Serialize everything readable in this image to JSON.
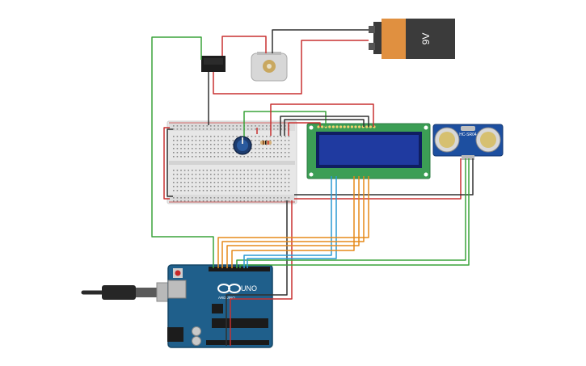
{
  "canvas": {
    "background": "#ffffff"
  },
  "colors": {
    "wire_red": "#d42a2a",
    "wire_black": "#303030",
    "wire_green": "#3aa33a",
    "wire_orange": "#e58a1a",
    "wire_blue": "#2a9ad4",
    "arduino": "#1f5f8b",
    "lcd_pcb": "#3c9e55",
    "lcd_screen": "#1f3aa0",
    "sensor": "#1d4fa0",
    "battery_body": "#e09040",
    "battery_cap": "#3a3a3a"
  },
  "components": {
    "battery": {
      "label": "9V"
    },
    "relay": {
      "name": "relay",
      "icon": "relay-module-icon"
    },
    "motor": {
      "name": "dc-motor",
      "icon": "dc-motor-icon"
    },
    "breadboard": {
      "name": "breadboard-small"
    },
    "potentiometer": {
      "name": "potentiometer",
      "icon": "knob-icon"
    },
    "resistor": {
      "name": "resistor"
    },
    "lcd": {
      "name": "lcd-16x2"
    },
    "ultrasonic": {
      "label": "HC-SR04"
    },
    "arduino": {
      "brand": "ARDUINO",
      "model": "UNO",
      "logo": "infinity-logo-icon"
    },
    "usb_cable": {
      "icon": "usb-plug-icon"
    }
  }
}
